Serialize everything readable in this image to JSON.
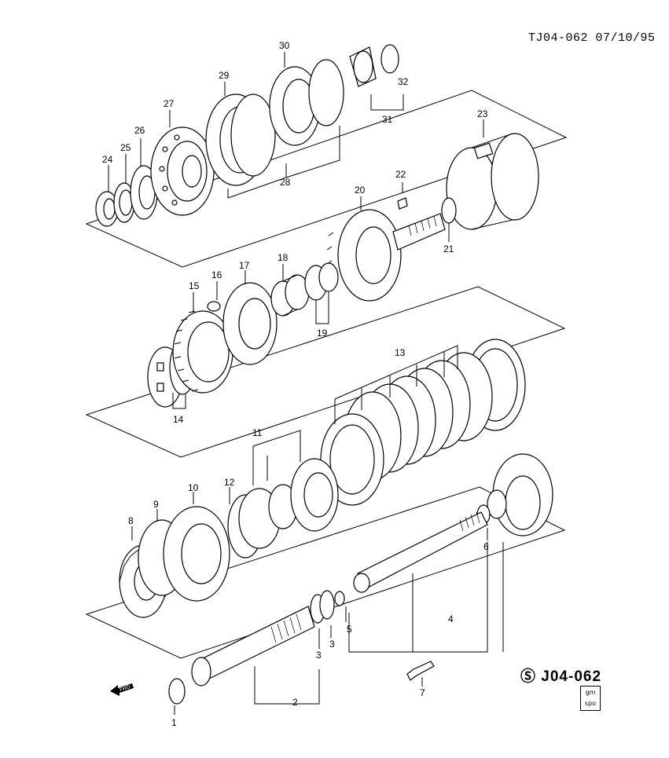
{
  "header": {
    "drawing_code": "TJ04-062 07/10/95"
  },
  "footer": {
    "ref_code": "J04-062",
    "badge_top": "gm",
    "badge_bottom": "spo",
    "fwd_label": "FWD"
  },
  "callouts": [
    {
      "id": "1",
      "label": "1"
    },
    {
      "id": "2",
      "label": "2"
    },
    {
      "id": "3a",
      "label": "3"
    },
    {
      "id": "3b",
      "label": "3"
    },
    {
      "id": "4",
      "label": "4"
    },
    {
      "id": "5",
      "label": "5"
    },
    {
      "id": "6",
      "label": "6"
    },
    {
      "id": "7",
      "label": "7"
    },
    {
      "id": "8",
      "label": "8"
    },
    {
      "id": "9",
      "label": "9"
    },
    {
      "id": "10",
      "label": "10"
    },
    {
      "id": "11",
      "label": "11"
    },
    {
      "id": "12",
      "label": "12"
    },
    {
      "id": "13",
      "label": "13"
    },
    {
      "id": "14",
      "label": "14"
    },
    {
      "id": "15",
      "label": "15"
    },
    {
      "id": "16",
      "label": "16"
    },
    {
      "id": "17",
      "label": "17"
    },
    {
      "id": "18",
      "label": "18"
    },
    {
      "id": "19",
      "label": "19"
    },
    {
      "id": "20",
      "label": "20"
    },
    {
      "id": "21",
      "label": "21"
    },
    {
      "id": "22",
      "label": "22"
    },
    {
      "id": "23",
      "label": "23"
    },
    {
      "id": "24",
      "label": "24"
    },
    {
      "id": "25",
      "label": "25"
    },
    {
      "id": "26",
      "label": "26"
    },
    {
      "id": "27",
      "label": "27"
    },
    {
      "id": "28",
      "label": "28"
    },
    {
      "id": "29",
      "label": "29"
    },
    {
      "id": "30",
      "label": "30"
    },
    {
      "id": "31",
      "label": "31"
    },
    {
      "id": "32",
      "label": "32"
    }
  ]
}
